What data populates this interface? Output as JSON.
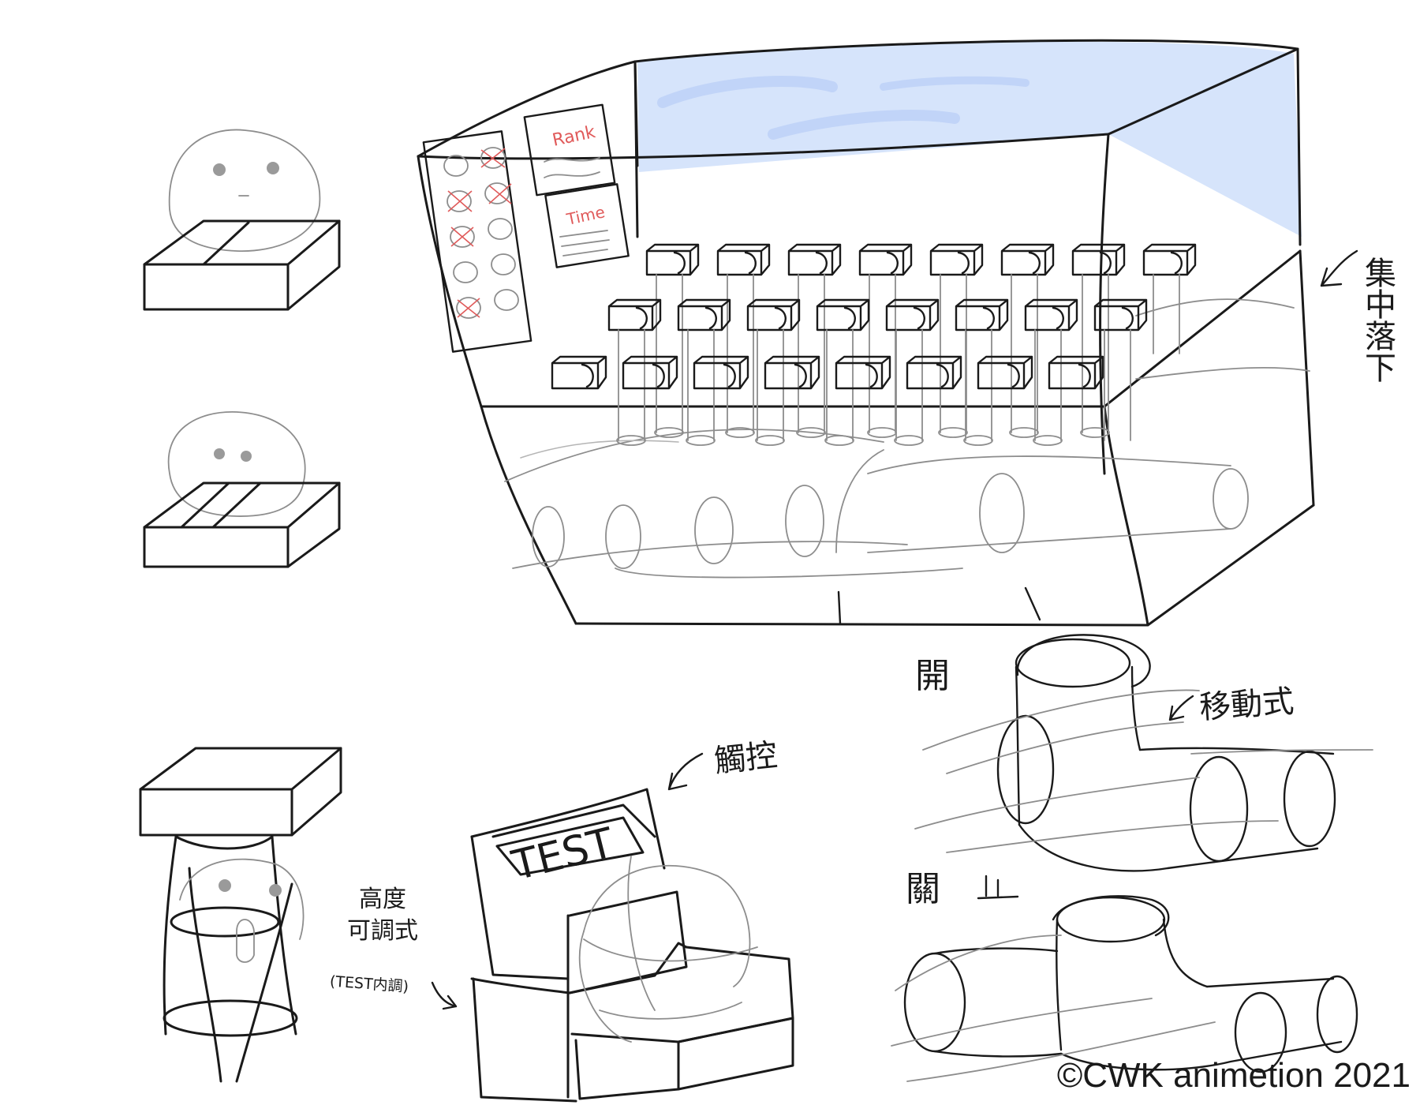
{
  "labels": {
    "rank": "Rank",
    "time": "Time",
    "concentrated_drop": "集中落下",
    "open": "開",
    "close": "關",
    "movable": "移動式",
    "touch_control": "觸控",
    "test": "TEST",
    "height_adjustable_line1": "高度",
    "height_adjustable_line2": "可調式",
    "height_adjustable_note": "(TEST内調)",
    "copyright": "©CWK animetion 2021"
  },
  "colors": {
    "glass": "#d6e4fb",
    "ink": "#1a1a1a",
    "pencil": "#8d8d8d",
    "accent_red": "#e05a5a"
  }
}
